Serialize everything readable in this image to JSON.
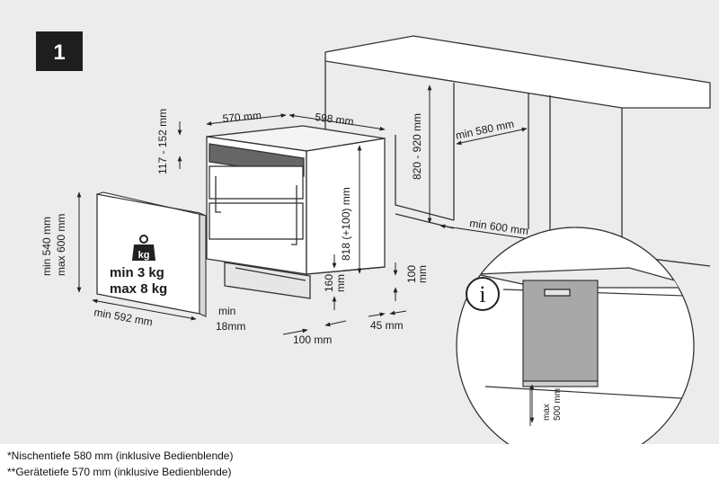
{
  "step_number": "1",
  "weight": {
    "icon_label": "kg",
    "min": "min  3 kg",
    "max": "max 8 kg"
  },
  "dimensions": {
    "height_range": "117 - 152 mm",
    "depth": "570 mm",
    "width": "598 mm",
    "height": "818 (+100) mm",
    "panel_min_height": "min 540 mm",
    "panel_max_height": "max 600 mm",
    "panel_width": "min 592 mm",
    "min": "min",
    "min_thickness": "18mm",
    "plinth_height": "160",
    "plinth_height_unit": "mm",
    "plinth_depth": "100 mm",
    "side_gap": "45 mm",
    "foot_adjust": "100",
    "foot_adjust_unit": "mm",
    "niche_height": "820 - 920 mm",
    "niche_depth": "min 580 mm",
    "niche_width": "min 600 mm",
    "detail_max": "max",
    "detail_height": "500 mm"
  },
  "info_icon": "i",
  "footnotes": [
    "*Nischentiefe 580 mm (inklusive Bedienblende)",
    "**Gerätetiefe 570 mm (inklusive Bedienblende)"
  ]
}
